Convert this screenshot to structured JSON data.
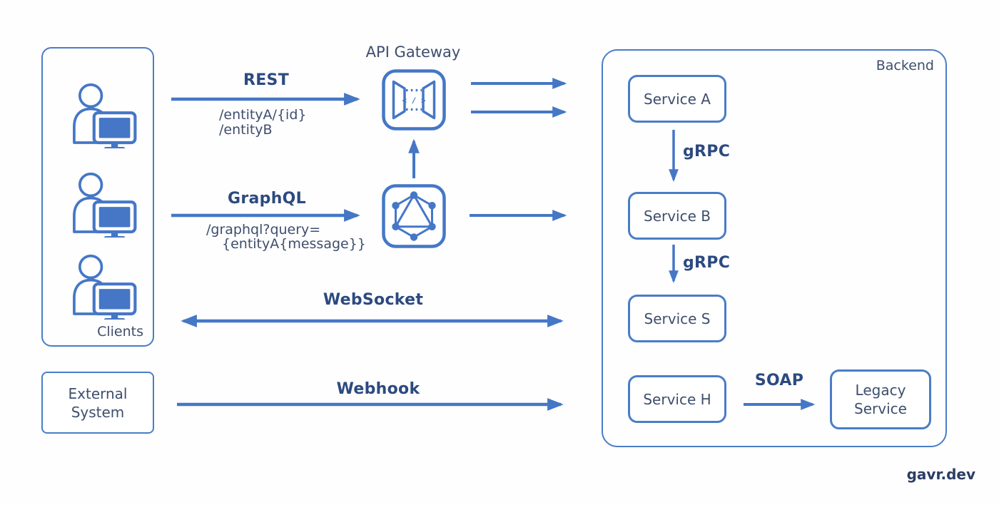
{
  "diagram": {
    "clients": {
      "label": "Clients"
    },
    "external_system": {
      "line1": "External",
      "line2": "System"
    },
    "api_gateway": {
      "label": "API Gateway",
      "icon_code": "< / >"
    },
    "backend": {
      "label": "Backend"
    },
    "services": [
      {
        "label": "Service A"
      },
      {
        "label": "Service B"
      },
      {
        "label": "Service S"
      },
      {
        "label": "Service H"
      }
    ],
    "legacy_service": {
      "line1": "Legacy",
      "line2": "Service"
    },
    "edges": {
      "rest": {
        "label": "REST",
        "path1": "/entityA/{id}",
        "path2": "/entityB"
      },
      "graphql": {
        "label": "GraphQL",
        "path1": "/graphql?query=",
        "path2": "{entityA{message}}"
      },
      "websocket": {
        "label": "WebSocket"
      },
      "webhook": {
        "label": "Webhook"
      },
      "grpc": {
        "label": "gRPC"
      },
      "soap": {
        "label": "SOAP"
      }
    },
    "watermark": "gavr.dev",
    "colors": {
      "accent": "#4577c6",
      "label_dark": "#2c4a80",
      "node_text": "#3e4e6d"
    }
  }
}
